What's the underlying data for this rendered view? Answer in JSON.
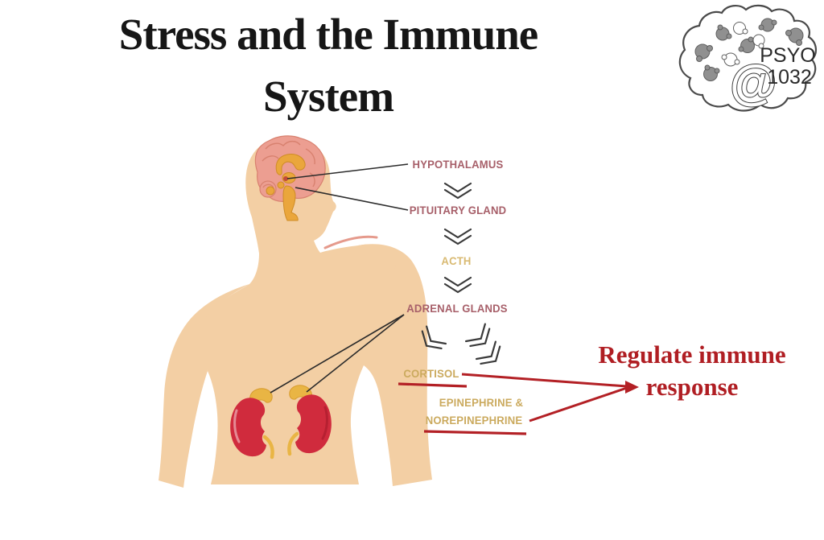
{
  "title": {
    "line1": "Stress and the Immune",
    "line2": "System"
  },
  "logo": {
    "at_symbol": "@",
    "course_code_line1": "PSYO",
    "course_code_line2": "1032"
  },
  "pathway": {
    "hypothalamus_label": "HYPOTHALAMUS",
    "pituitary_label": "PITUITARY GLAND",
    "acth_label": "ACTH",
    "adrenal_label": "ADRENAL GLANDS",
    "cortisol_label": "CORTISOL",
    "epinephrine_label_line1": "EPINEPHRINE &",
    "epinephrine_label_line2": "NOREPINEPHRINE"
  },
  "outcome": {
    "line1": "Regulate immune",
    "line2": "response"
  },
  "colors": {
    "label_maroon": "#a75f69",
    "label_gold": "#cbaa5e",
    "acth_gold": "#d9ba72",
    "arrow_red": "#b32025",
    "outcome_red": "#b01e23",
    "title_black": "#161616",
    "skin": "#f3cfa4",
    "brain_pink": "#ec9e91",
    "brain_structure_gold": "#eaa63c",
    "kidney_red": "#d02b3d",
    "gland_gold": "#e9b544",
    "chevron_gray": "#3a3a3a",
    "pointer_line_black": "#2b2b2b",
    "logo_gray": "#8f8f8f"
  }
}
